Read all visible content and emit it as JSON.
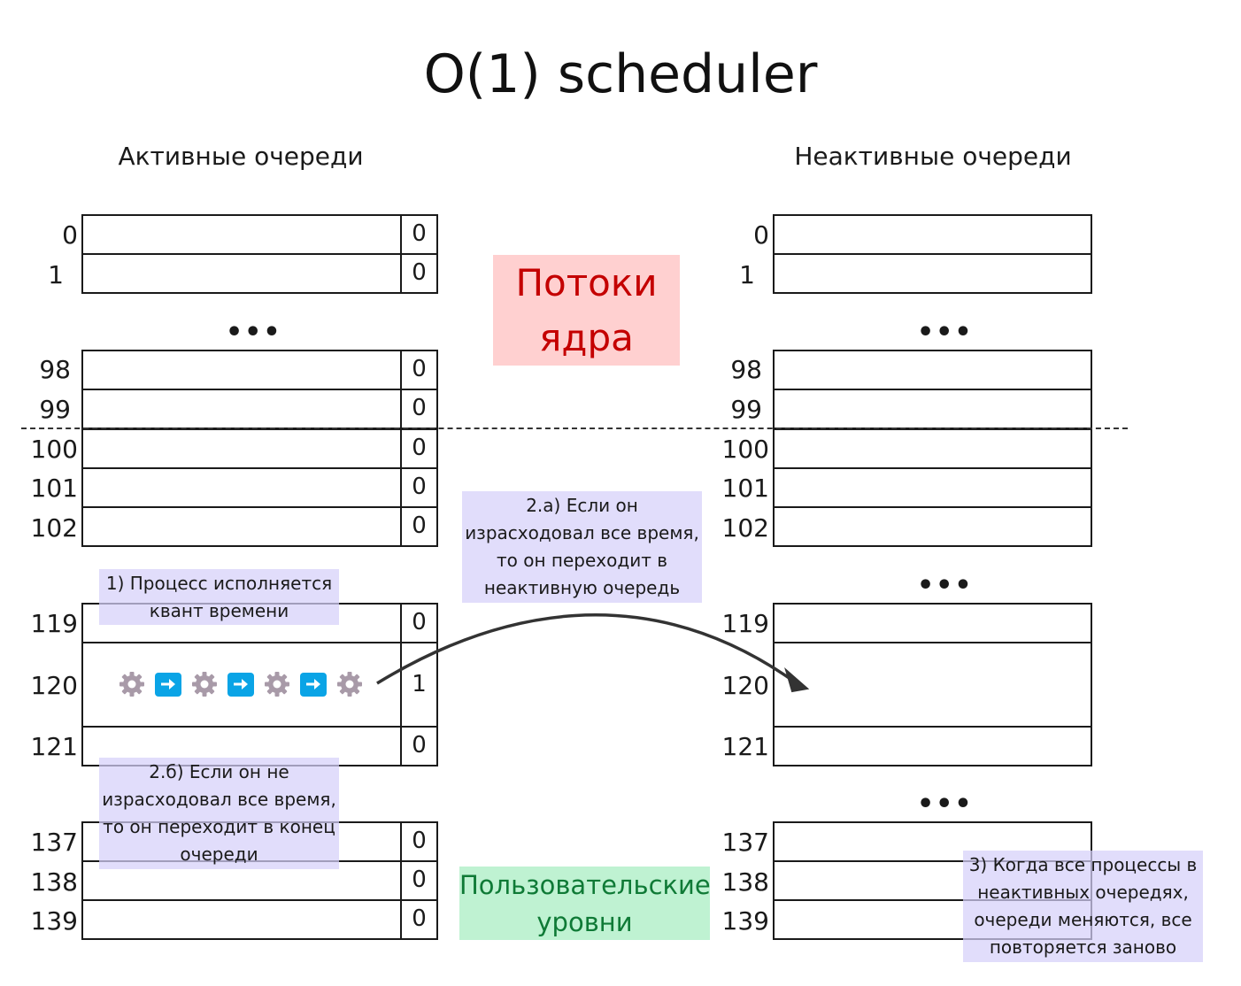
{
  "title": "O(1) scheduler",
  "active": {
    "header": "Активные очереди",
    "rows": [
      {
        "label": "0",
        "flag": "0"
      },
      {
        "label": "1",
        "flag": "0"
      },
      {
        "label": "98",
        "flag": "0"
      },
      {
        "label": "99",
        "flag": "0"
      },
      {
        "label": "100",
        "flag": "0"
      },
      {
        "label": "101",
        "flag": "0"
      },
      {
        "label": "102",
        "flag": "0"
      },
      {
        "label": "119",
        "flag": "0"
      },
      {
        "label": "120",
        "flag": "1"
      },
      {
        "label": "121",
        "flag": "0"
      },
      {
        "label": "137",
        "flag": "0"
      },
      {
        "label": "138",
        "flag": "0"
      },
      {
        "label": "139",
        "flag": "0"
      }
    ]
  },
  "inactive": {
    "header": "Неактивные очереди",
    "rows": [
      {
        "label": "0"
      },
      {
        "label": "1"
      },
      {
        "label": "98"
      },
      {
        "label": "99"
      },
      {
        "label": "100"
      },
      {
        "label": "101"
      },
      {
        "label": "102"
      },
      {
        "label": "119"
      },
      {
        "label": "120"
      },
      {
        "label": "121"
      },
      {
        "label": "137"
      },
      {
        "label": "138"
      },
      {
        "label": "139"
      }
    ]
  },
  "ellipsis": "•••",
  "regions": {
    "kernel": {
      "line1": "Потоки",
      "line2": "ядра",
      "color": "#c40000",
      "bg": "#ffd0d0"
    },
    "user": {
      "line1": "Пользовательские",
      "line2": "уровни",
      "color": "#0f7a36",
      "bg": "#bff2d2"
    }
  },
  "notes": {
    "step1": [
      "1) Процесс исполняется",
      "квант времени"
    ],
    "step2a": [
      "2.а) Если он",
      "израсходовал все время,",
      "то он переходит в",
      "неактивную очередь"
    ],
    "step2b": [
      "2.б) Если он не",
      "израсходовал все время,",
      "то он переходит в конец",
      "очереди"
    ],
    "step3": [
      "3) Когда все процессы в",
      "неактивных очередях,",
      "очереди меняются, все",
      "повторяется заново"
    ]
  },
  "process_chain": [
    "gear-icon",
    "arrow-right-icon",
    "gear-icon",
    "arrow-right-icon",
    "gear-icon",
    "arrow-right-icon",
    "gear-icon"
  ],
  "colors": {
    "note_bg": "#d6d0fa",
    "arrow_tile": "#0aa4e6",
    "gear": "#a89aa8"
  }
}
